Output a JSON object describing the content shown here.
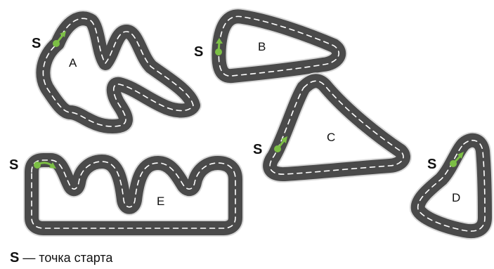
{
  "colors": {
    "road": "#4a4a4a",
    "lane_marking": "#ffffff",
    "start_marker": "#7cbf45"
  },
  "tracks": [
    {
      "id": "A",
      "label": "A",
      "start_label": "S"
    },
    {
      "id": "B",
      "label": "B",
      "start_label": "S"
    },
    {
      "id": "C",
      "label": "C",
      "start_label": "S"
    },
    {
      "id": "D",
      "label": "D",
      "start_label": "S"
    },
    {
      "id": "E",
      "label": "E",
      "start_label": "S"
    }
  ],
  "legend": {
    "symbol": "S",
    "text": "— точка старта"
  }
}
